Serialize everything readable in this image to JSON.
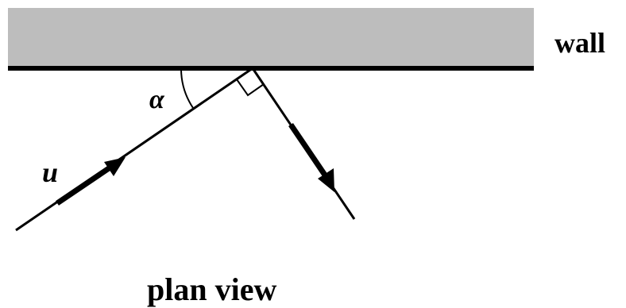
{
  "labels": {
    "wall": "wall",
    "angle": "α",
    "velocity": "u",
    "caption": "plan view"
  },
  "colors": {
    "wall_fill": "#bdbdbd",
    "line": "#000000",
    "background": "#ffffff"
  }
}
